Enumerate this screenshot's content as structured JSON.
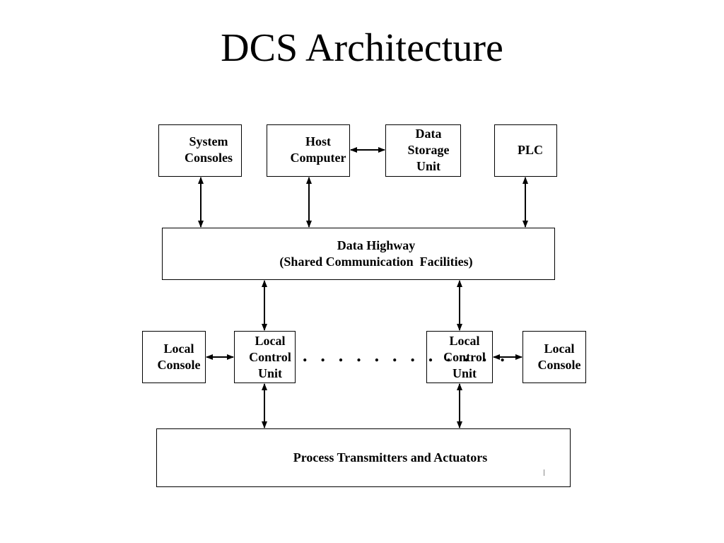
{
  "title": "DCS Architecture",
  "nodes": {
    "system_consoles": "System\nConsoles",
    "host_computer": "Host\nComputer",
    "data_storage_unit": "Data\nStorage\nUnit",
    "plc": "PLC",
    "data_highway": "Data Highway\n(Shared Communication  Facilities)",
    "local_console_left": "Local\nConsole",
    "local_control_unit_left": "Local\nControl\nUnit",
    "local_control_unit_right": "Local\nControl\nUnit",
    "local_console_right": "Local\nConsole",
    "process": "Process Transmitters and Actuators"
  },
  "separator_dots": ". . . . . . . . . . . ."
}
